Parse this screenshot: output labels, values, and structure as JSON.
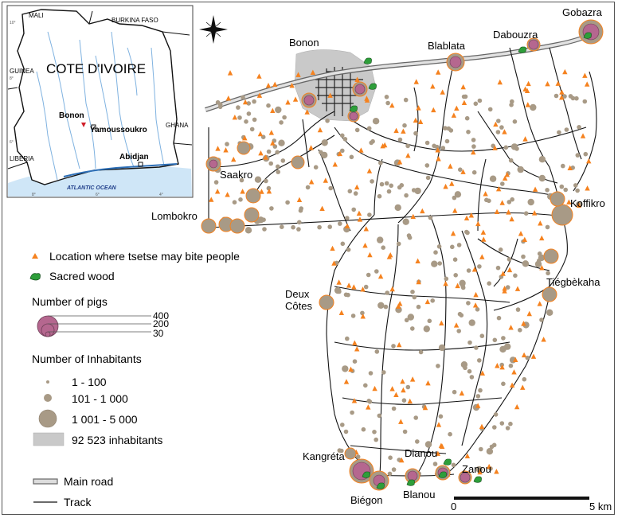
{
  "inset": {
    "country_label": "COTE D'IVOIRE",
    "neighbors": [
      "MALI",
      "BURKINA FASO",
      "GUINEA",
      "GHANA",
      "LIBERIA"
    ],
    "ocean_label": "ATLANTIC OCEAN",
    "cities": [
      "Bonon",
      "Yamoussoukro",
      "Abidjan"
    ]
  },
  "places": {
    "bonon": "Bonon",
    "blablata": "Blablata",
    "dabouzra": "Dabouzra",
    "gobazra": "Gobazra",
    "saakro": "Saakro",
    "lombokro": "Lombokro",
    "koffikro": "Koffikro",
    "tiegbekaha": "Tiégbèkaha",
    "deux_cotes_1": "Deux",
    "deux_cotes_2": "Côtes",
    "kangreta": "Kangréta",
    "biegon": "Biégon",
    "blanou": "Blanou",
    "dianou": "Dianou",
    "zanou": "Zanou"
  },
  "legend": {
    "tsetse": "Location where tsetse may bite people",
    "sacred_wood": "Sacred wood",
    "pigs_title": "Number of pigs",
    "pigs_values": [
      "400",
      "200",
      "30"
    ],
    "inhabitants_title": "Number of Inhabitants",
    "inhab_classes": [
      "1 - 100",
      "101 - 1 000",
      "1 001 - 5 000",
      "92 523 inhabitants"
    ],
    "main_road": "Main road",
    "track": "Track"
  },
  "scale": {
    "start": "0",
    "end": "5 km"
  },
  "colors": {
    "tsetse": "#f5821f",
    "sacred_wood": "#2e9e3a",
    "pigs": "#b5678f",
    "village": "#a89a86",
    "town": "#bdbdbd",
    "water": "#7fb2e0"
  }
}
